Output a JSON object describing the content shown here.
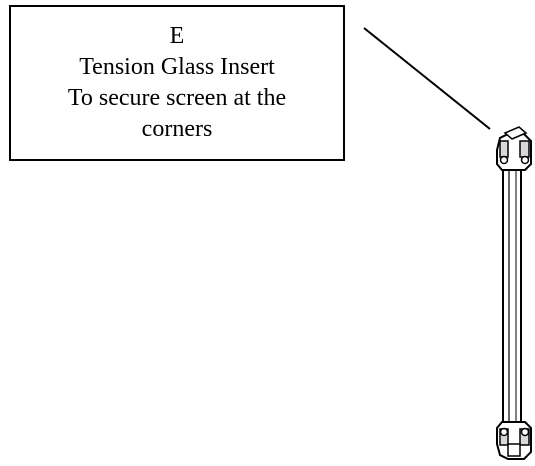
{
  "callout": {
    "part_letter": "E",
    "lines": [
      "Tension Glass Insert",
      "To secure screen at the",
      "corners"
    ]
  },
  "colors": {
    "line": "#000000",
    "part_fill": "#ffffff",
    "part_shade": "#d8d8d8"
  }
}
